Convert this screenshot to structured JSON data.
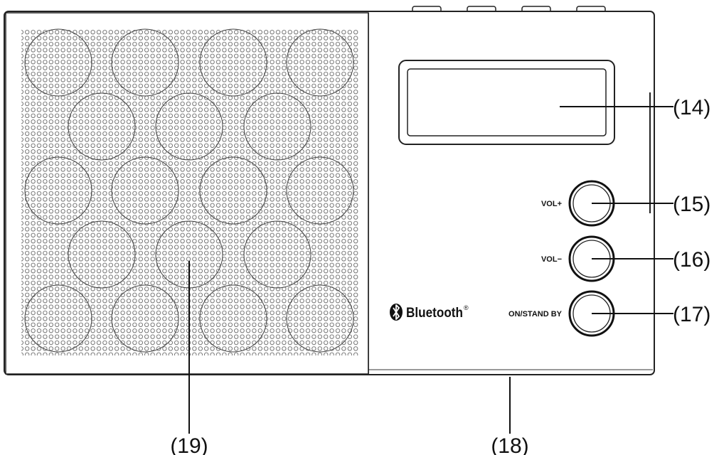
{
  "device": {
    "brand_text": "Bluetooth",
    "brand_mark": "®",
    "brand_icon": "bluetooth-icon",
    "buttons": {
      "vol_plus": "VOL+",
      "vol_minus": "VOL−",
      "standby": "ON/STAND BY"
    }
  },
  "callouts": {
    "display": "(14)",
    "vol_plus": "(15)",
    "vol_minus": "(16)",
    "standby": "(17)",
    "base": "(18)",
    "speaker": "(19)"
  }
}
